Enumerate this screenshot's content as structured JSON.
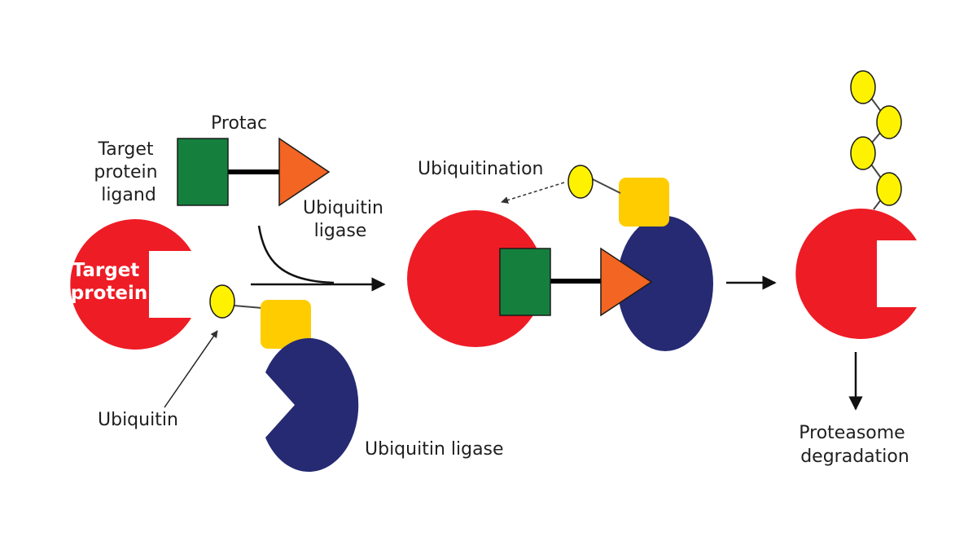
{
  "labels": {
    "protac": "Protac",
    "target_protein_ligand": [
      "Target",
      "protein",
      "ligand"
    ],
    "ubiquitin_ligase_protac": [
      "Ubiquitin",
      "ligase"
    ],
    "target_protein": [
      "Target",
      "protein"
    ],
    "ubiquitin": "Ubiquitin",
    "ubiquitin_ligase": "Ubiquitin ligase",
    "ubiquitination": "Ubiquitination",
    "proteasome_degradation": [
      "Proteasome",
      "degradation"
    ]
  },
  "colors": {
    "target_protein": "#ee1c25",
    "ligand": "#15803d",
    "ligase_ligand": "#f26522",
    "ubiquitin": "#fff200",
    "adapter": "#ffcc00",
    "ubiquitin_ligase": "#262a73",
    "linker": "#000000"
  }
}
